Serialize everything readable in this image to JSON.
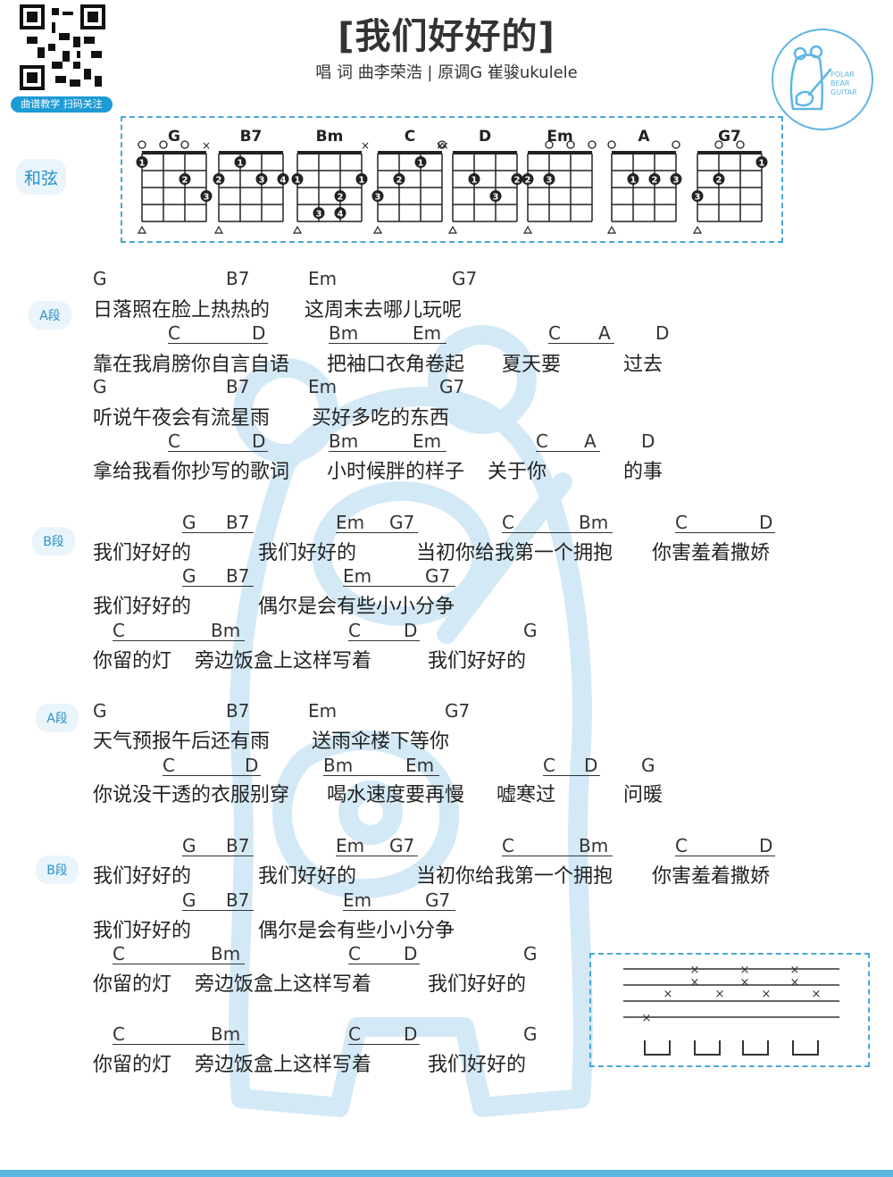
{
  "header": {
    "title": "[我们好好的]",
    "credits": "唱 词 曲李荣浩 | 原调G 崔骏ukulele",
    "qr_caption": "曲谱教学 扫码关注",
    "logo_text": [
      "POLAR",
      "BEAR",
      "GUITAR"
    ]
  },
  "chords_label": "和弦",
  "chord_diagrams": [
    {
      "name": "G"
    },
    {
      "name": "B7"
    },
    {
      "name": "Bm"
    },
    {
      "name": "C"
    },
    {
      "name": "D"
    },
    {
      "name": "Em"
    },
    {
      "name": "A"
    },
    {
      "name": "G7"
    }
  ],
  "sections": [
    {
      "label": "A段",
      "lines": [
        {
          "chords": [
            "G",
            "B7",
            "Em",
            "G7"
          ],
          "lyrics": [
            "日落照在脸上热热的",
            "这周末去哪儿玩呢"
          ]
        },
        {
          "chords": [
            "C",
            "D",
            "Bm",
            "Em",
            "C",
            "A",
            "D"
          ],
          "lyrics": [
            "靠在我肩膀你自言自语",
            "把袖口衣角卷起",
            "夏天要",
            "过去"
          ]
        },
        {
          "chords": [
            "G",
            "B7",
            "Em",
            "G7"
          ],
          "lyrics": [
            "听说午夜会有流星雨",
            "买好多吃的东西"
          ]
        },
        {
          "chords": [
            "C",
            "D",
            "Bm",
            "Em",
            "C",
            "A",
            "D"
          ],
          "lyrics": [
            "拿给我看你抄写的歌词",
            "小时候胖的样子",
            "关于你",
            "的事"
          ]
        }
      ]
    },
    {
      "label": "B段",
      "lines": [
        {
          "chords": [
            "G",
            "B7",
            "Em",
            "G7",
            "C",
            "Bm",
            "C",
            "D"
          ],
          "lyrics": [
            "我们好好的",
            "我们好好的",
            "当初你给我第一个拥抱",
            "你害羞着撒娇"
          ]
        },
        {
          "chords": [
            "G",
            "B7",
            "Em",
            "G7"
          ],
          "lyrics": [
            "我们好好的",
            "偶尔是会有些小小分争"
          ]
        },
        {
          "chords": [
            "C",
            "Bm",
            "C",
            "D",
            "G"
          ],
          "lyrics": [
            "你留的灯",
            "旁边饭盒上这样写着",
            "我们好好的"
          ]
        }
      ]
    },
    {
      "label": "A段",
      "lines": [
        {
          "chords": [
            "G",
            "B7",
            "Em",
            "G7"
          ],
          "lyrics": [
            "天气预报午后还有雨",
            "送雨伞楼下等你"
          ]
        },
        {
          "chords": [
            "C",
            "D",
            "Bm",
            "Em",
            "C",
            "D",
            "G"
          ],
          "lyrics": [
            "你说没干透的衣服别穿",
            "喝水速度要再慢",
            "嘘寒过",
            "问暖"
          ]
        }
      ]
    },
    {
      "label": "B段",
      "lines": [
        {
          "chords": [
            "G",
            "B7",
            "Em",
            "G7",
            "C",
            "Bm",
            "C",
            "D"
          ],
          "lyrics": [
            "我们好好的",
            "我们好好的",
            "当初你给我第一个拥抱",
            "你害羞着撒娇"
          ]
        },
        {
          "chords": [
            "G",
            "B7",
            "Em",
            "G7"
          ],
          "lyrics": [
            "我们好好的",
            "偶尔是会有些小小分争"
          ]
        },
        {
          "chords": [
            "C",
            "Bm",
            "C",
            "D",
            "G"
          ],
          "lyrics": [
            "你留的灯",
            "旁边饭盒上这样写着",
            "我们好好的"
          ]
        },
        {
          "chords": [
            "C",
            "Bm",
            "C",
            "D",
            "G"
          ],
          "lyrics": [
            "你留的灯",
            "旁边饭盒上这样写着",
            "我们好好的"
          ]
        }
      ]
    }
  ],
  "colors": {
    "accent": "#2a91cc",
    "dash": "#4aa8d8",
    "bear_outline": "#d4e9f6",
    "text": "#222222"
  }
}
